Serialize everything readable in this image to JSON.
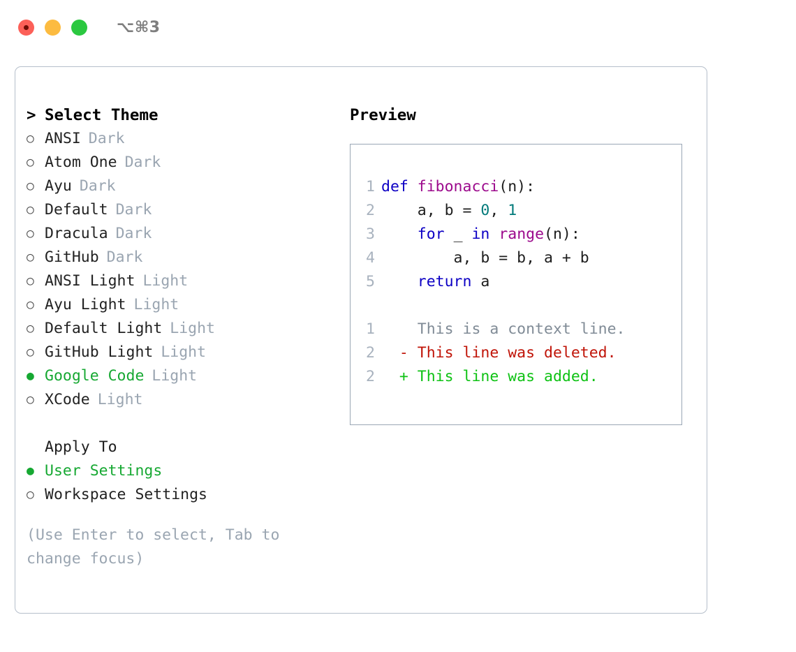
{
  "titlebar": {
    "shortcut": "⌥⌘3",
    "buttons": [
      {
        "name": "close",
        "color": "#fc6058"
      },
      {
        "name": "minimize",
        "color": "#fcbb40"
      },
      {
        "name": "maximize",
        "color": "#2bc840"
      }
    ]
  },
  "theme_picker": {
    "caret": ">",
    "title": "Select Theme",
    "bullet_on": "●",
    "bullet_off": "○",
    "selected_color": "#16a832",
    "variant_color": "#9aa5b1",
    "items": [
      {
        "name": "ANSI",
        "variant": "Dark",
        "selected": false
      },
      {
        "name": "Atom One",
        "variant": "Dark",
        "selected": false
      },
      {
        "name": "Ayu",
        "variant": "Dark",
        "selected": false
      },
      {
        "name": "Default",
        "variant": "Dark",
        "selected": false
      },
      {
        "name": "Dracula",
        "variant": "Dark",
        "selected": false
      },
      {
        "name": "GitHub",
        "variant": "Dark",
        "selected": false
      },
      {
        "name": "ANSI Light",
        "variant": "Light",
        "selected": false
      },
      {
        "name": "Ayu Light",
        "variant": "Light",
        "selected": false
      },
      {
        "name": "Default Light",
        "variant": "Light",
        "selected": false
      },
      {
        "name": "GitHub Light",
        "variant": "Light",
        "selected": false
      },
      {
        "name": "Google Code",
        "variant": "Light",
        "selected": true
      },
      {
        "name": "XCode",
        "variant": "Light",
        "selected": false
      }
    ]
  },
  "apply_to": {
    "label": "Apply To",
    "options": [
      {
        "name": "User Settings",
        "selected": true
      },
      {
        "name": "Workspace Settings",
        "selected": false
      }
    ]
  },
  "hint": "(Use Enter to select, Tab to change focus)",
  "preview": {
    "title": "Preview",
    "code_lines": [
      {
        "number": "1",
        "tokens": [
          {
            "t": "def ",
            "c": "tok-kw"
          },
          {
            "t": "fibonacci",
            "c": "tok-fn"
          },
          {
            "t": "(n):",
            "c": "tok-plain"
          }
        ]
      },
      {
        "number": "2",
        "tokens": [
          {
            "t": "    a, b = ",
            "c": "tok-plain"
          },
          {
            "t": "0",
            "c": "tok-num"
          },
          {
            "t": ", ",
            "c": "tok-plain"
          },
          {
            "t": "1",
            "c": "tok-num"
          }
        ]
      },
      {
        "number": "3",
        "tokens": [
          {
            "t": "    ",
            "c": "tok-plain"
          },
          {
            "t": "for",
            "c": "tok-kw"
          },
          {
            "t": " _ ",
            "c": "tok-plain"
          },
          {
            "t": "in",
            "c": "tok-kw"
          },
          {
            "t": " ",
            "c": "tok-plain"
          },
          {
            "t": "range",
            "c": "tok-fn"
          },
          {
            "t": "(n):",
            "c": "tok-plain"
          }
        ]
      },
      {
        "number": "4",
        "tokens": [
          {
            "t": "        a, b = b, a + b",
            "c": "tok-plain"
          }
        ]
      },
      {
        "number": "5",
        "tokens": [
          {
            "t": "    ",
            "c": "tok-plain"
          },
          {
            "t": "return",
            "c": "tok-kw"
          },
          {
            "t": " a",
            "c": "tok-plain"
          }
        ]
      }
    ],
    "diff_lines": [
      {
        "number": "1",
        "marker": " ",
        "text": "This is a context line.",
        "kind": "diff-ctx"
      },
      {
        "number": "2",
        "marker": "-",
        "text": "This line was deleted.",
        "kind": "diff-del"
      },
      {
        "number": "2",
        "marker": "+",
        "text": "This line was added.",
        "kind": "diff-add"
      }
    ]
  }
}
